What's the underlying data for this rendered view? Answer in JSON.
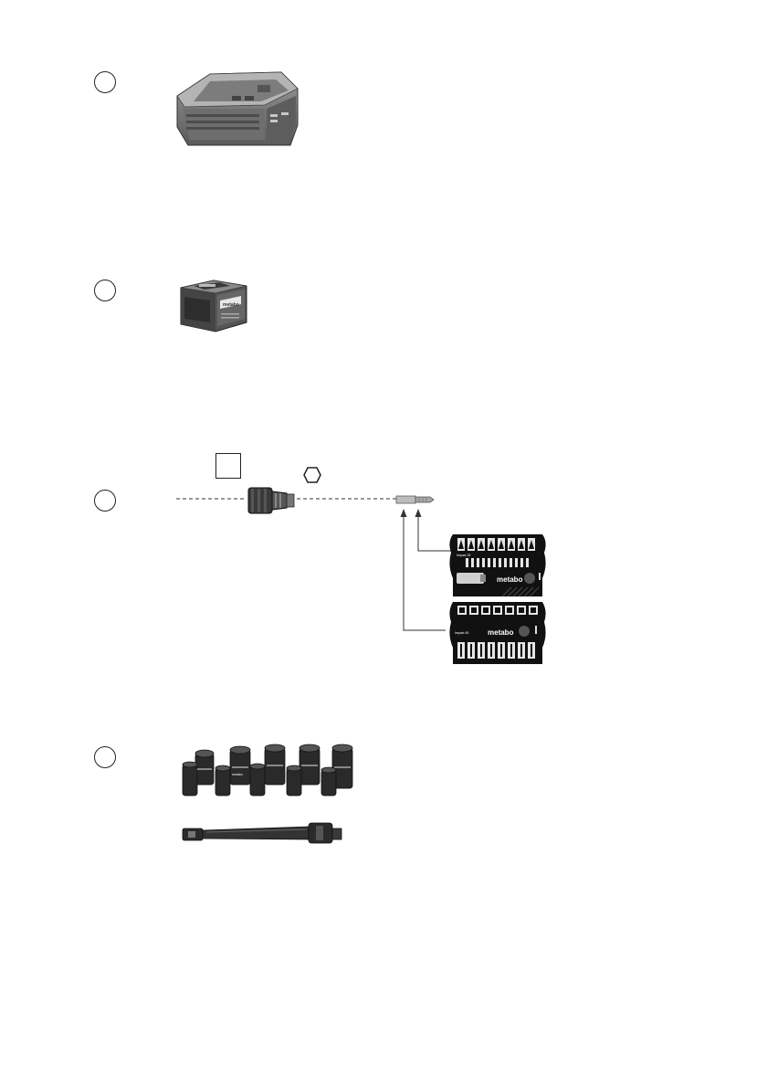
{
  "sections": [
    {
      "id": "charger"
    },
    {
      "id": "battery-pack"
    },
    {
      "id": "bit-holder-and-bit-sets"
    },
    {
      "id": "socket-set-and-extension"
    }
  ],
  "bit_box_top": {
    "brand": "metabo",
    "label": "Impact 29"
  },
  "bit_box_bottom": {
    "brand": "metabo",
    "label": "Impact 45"
  },
  "socket_set": {
    "brand": "metabo"
  },
  "battery": {
    "brand": "metabo"
  }
}
